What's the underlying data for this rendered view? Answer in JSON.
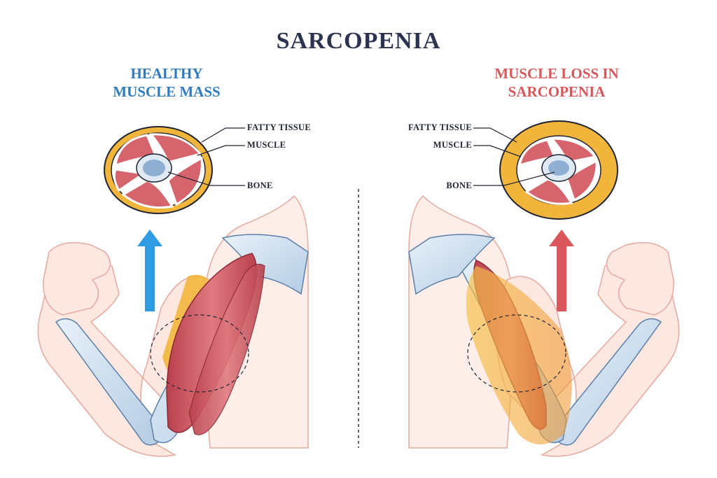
{
  "title": "SARCOPENIA",
  "healthy": {
    "title_lines": [
      "HEALTHY",
      "MUSCLE MASS"
    ],
    "labels": {
      "fatty": "FATTY TISSUE",
      "muscle": "MUSCLE",
      "bone": "BONE"
    }
  },
  "sarcopenia": {
    "title_lines": [
      "MUSCLE LOSS IN",
      "SARCOPENIA"
    ],
    "labels": {
      "fatty": "FATTY TISSUE",
      "muscle": "MUSCLE",
      "bone": "BONE"
    }
  },
  "colors": {
    "title": "#2b3350",
    "healthy_accent": "#2f7bbf",
    "loss_accent": "#d9575b",
    "fat": "#f2b53c",
    "muscle": "#d6646c",
    "bone": "#a9c4de",
    "skin": "#fde9e4",
    "outline": "#1f2433"
  },
  "icons": [
    "up-arrow-icon",
    "dashed-divider"
  ]
}
